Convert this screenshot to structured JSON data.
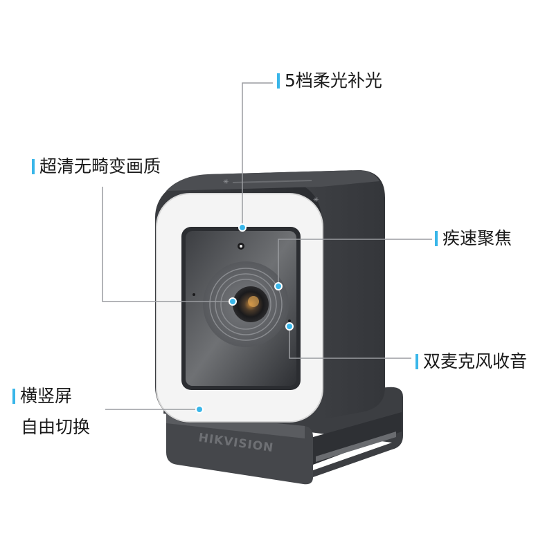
{
  "brand": "HIKVISION",
  "accent_color": "#39b6e9",
  "callouts": {
    "fill_light": "5档柔光补光",
    "image_quality": "超清无畸变画质",
    "fast_focus": "疾速聚焦",
    "dual_mic": "双麦克风收音",
    "orientation_line1": "横竖屏",
    "orientation_line2": "自由切换"
  }
}
